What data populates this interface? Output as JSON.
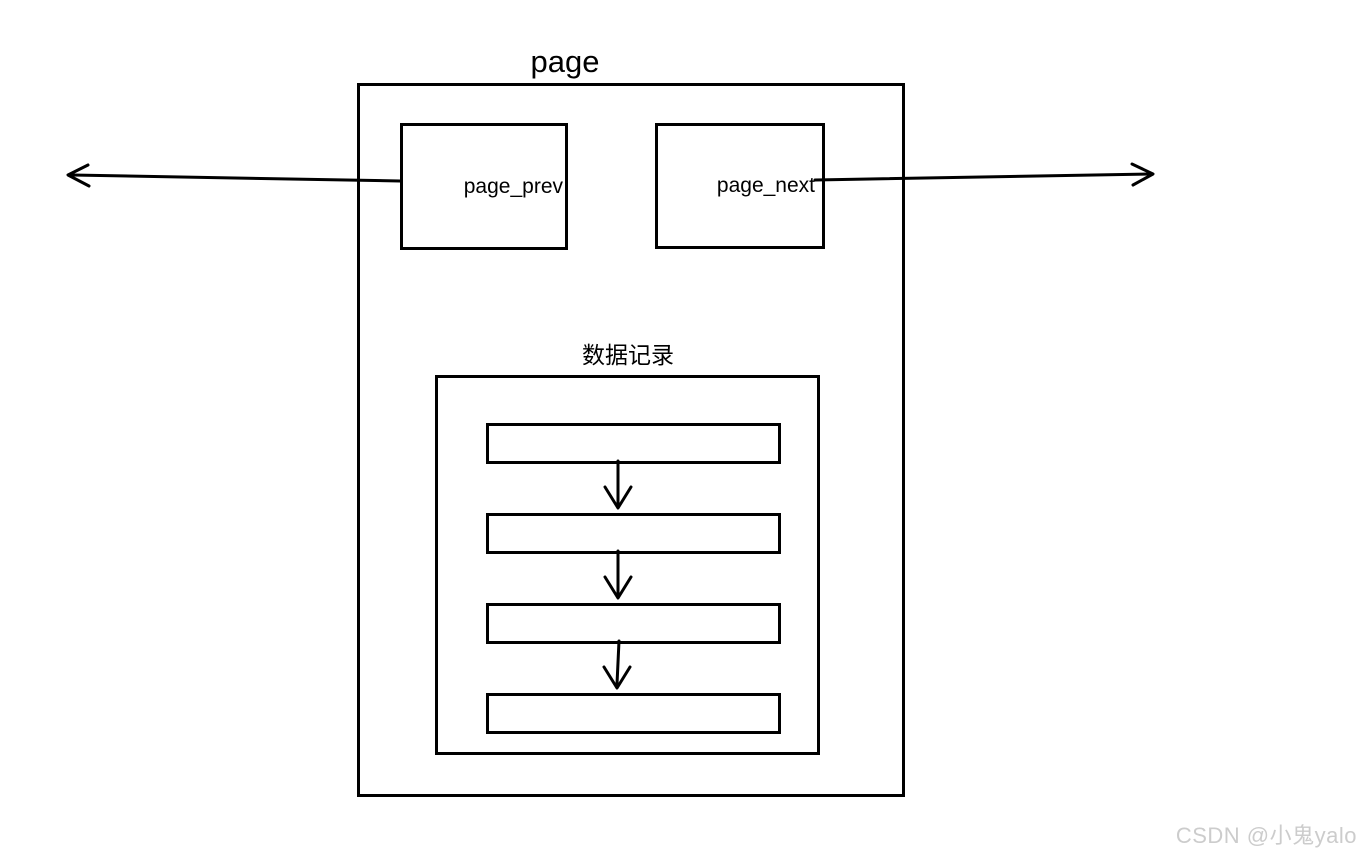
{
  "diagram": {
    "page_box": {
      "label": "page"
    },
    "page_prev_box": {
      "label": "page_prev"
    },
    "page_next_box": {
      "label": "page_next"
    },
    "records_box": {
      "title": "数据记录",
      "record_count": 4
    }
  },
  "watermark": {
    "text": "CSDN @小鬼yalo"
  },
  "colors": {
    "line": "#000000",
    "background": "#ffffff",
    "watermark_text": "#cccccc"
  }
}
